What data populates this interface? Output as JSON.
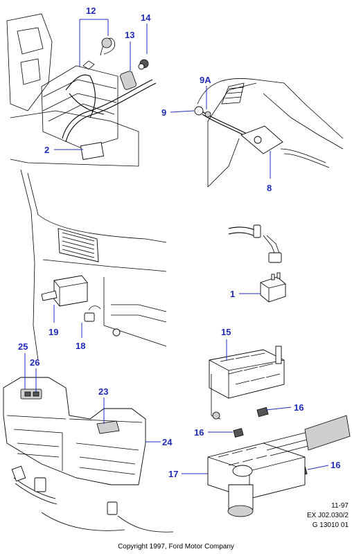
{
  "callouts": [
    {
      "id": "12",
      "text": "12"
    },
    {
      "id": "13",
      "text": "13"
    },
    {
      "id": "14",
      "text": "14"
    },
    {
      "id": "2",
      "text": "2"
    },
    {
      "id": "9A",
      "text": "9A"
    },
    {
      "id": "9",
      "text": "9"
    },
    {
      "id": "8",
      "text": "8"
    },
    {
      "id": "1",
      "text": "1"
    },
    {
      "id": "19",
      "text": "19"
    },
    {
      "id": "18",
      "text": "18"
    },
    {
      "id": "15",
      "text": "15"
    },
    {
      "id": "16a",
      "text": "16"
    },
    {
      "id": "16b",
      "text": "16"
    },
    {
      "id": "16c",
      "text": "16"
    },
    {
      "id": "17",
      "text": "17"
    },
    {
      "id": "25",
      "text": "25"
    },
    {
      "id": "26",
      "text": "26"
    },
    {
      "id": "23",
      "text": "23"
    },
    {
      "id": "24",
      "text": "24"
    }
  ],
  "reference": {
    "date": "11-97",
    "code": "EX J02.030/2",
    "sheet": "G 13010 01"
  },
  "copyright": "Copyright 1997, Ford Motor Company",
  "colors": {
    "callout": "#1f2bb8",
    "line": "#000000",
    "background": "#ffffff"
  }
}
